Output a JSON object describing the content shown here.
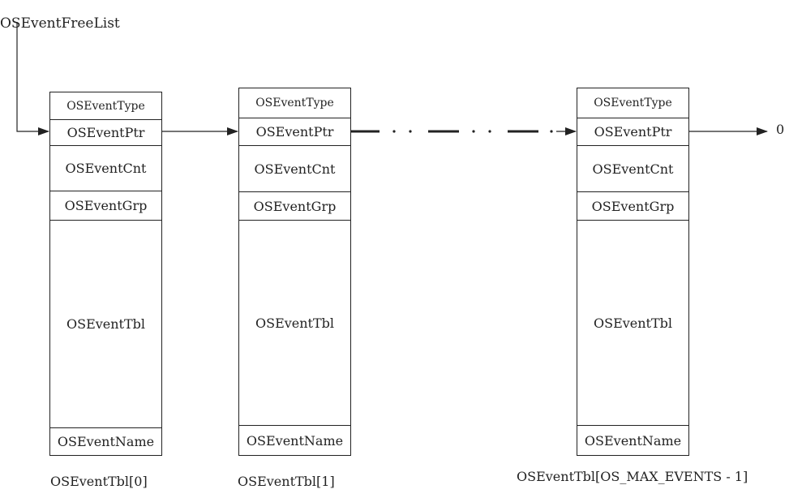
{
  "head_pointer": "OSEventFreeList",
  "fields": {
    "type": "OSEventType",
    "ptr": "OSEventPtr",
    "cnt": "OSEventCnt",
    "grp": "OSEventGrp",
    "tbl": "OSEventTbl",
    "name": "OSEventName"
  },
  "blocks": [
    {
      "caption": "OSEventTbl[0]"
    },
    {
      "caption": "OSEventTbl[1]"
    },
    {
      "caption": "OSEventTbl[OS_MAX_EVENTS - 1]"
    }
  ],
  "terminator": "0"
}
